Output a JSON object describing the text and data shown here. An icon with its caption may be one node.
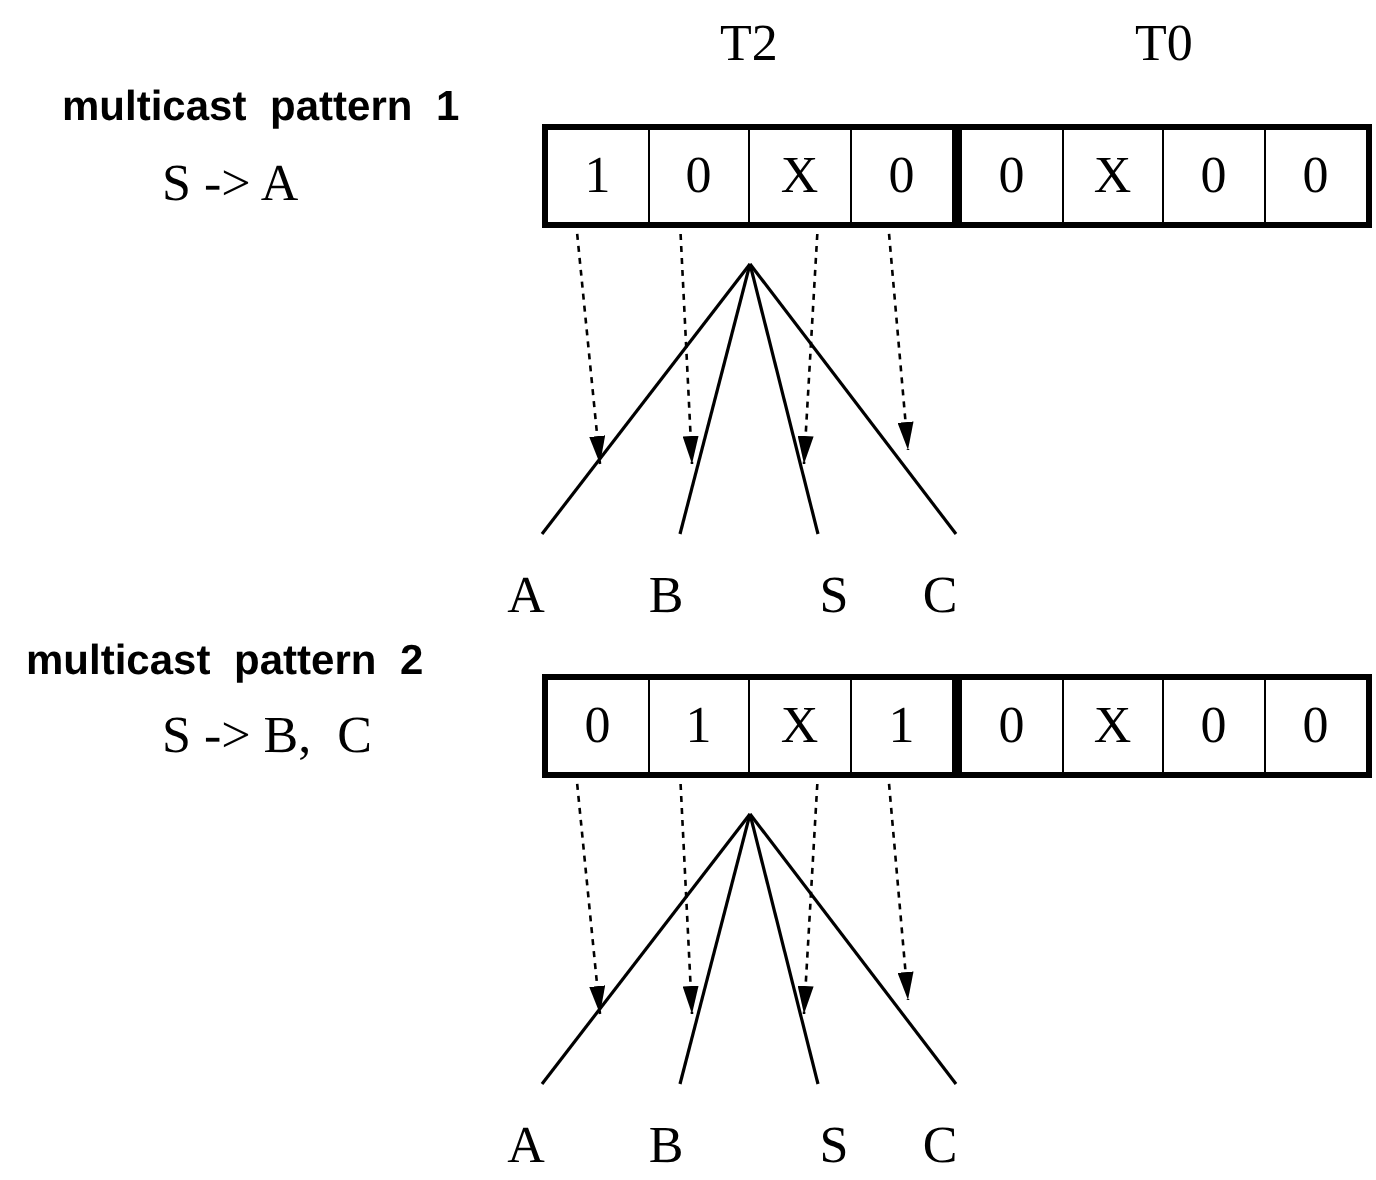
{
  "diagram": {
    "nodes": [
      {
        "text": [],
        "shape": "box",
        "beside": [
          "T2"
        ]
      },
      {
        "text": [
          "1"
        ],
        "in": 0
      },
      {
        "text": [
          "0"
        ],
        "in": 0
      },
      {
        "text": [
          "X"
        ],
        "in": 0
      },
      {
        "text": [
          "0"
        ],
        "in": 0
      },
      {
        "text": [],
        "shape": "box",
        "beside": [
          "T0"
        ]
      },
      {
        "text": [
          "0"
        ],
        "in": 5
      },
      {
        "text": [
          "X"
        ],
        "in": 5
      },
      {
        "text": [
          "0"
        ],
        "in": 5
      },
      {
        "text": [
          "0"
        ],
        "in": 5
      },
      {
        "text": [
          "A"
        ]
      },
      {
        "text": [
          "B"
        ]
      },
      {
        "text": [
          "S"
        ]
      },
      {
        "text": [
          "C"
        ]
      },
      {
        "text": [],
        "shape": "box"
      },
      {
        "text": [
          "0"
        ],
        "in": 14
      },
      {
        "text": [
          "1"
        ],
        "in": 14
      },
      {
        "text": [
          "X"
        ],
        "in": 14
      },
      {
        "text": [
          "1"
        ],
        "in": 14
      },
      {
        "text": [],
        "shape": "box"
      },
      {
        "text": [
          "0"
        ],
        "in": 19
      },
      {
        "text": [
          "X"
        ],
        "in": 19
      },
      {
        "text": [
          "0"
        ],
        "in": 19
      },
      {
        "text": [
          "0"
        ],
        "in": 19
      },
      {
        "text": [
          "A"
        ]
      },
      {
        "text": [
          "B"
        ]
      },
      {
        "text": [
          "S"
        ]
      },
      {
        "text": [
          "C"
        ]
      }
    ],
    "edges": [
      {
        "from": null,
        "to": 10,
        "arrow": "none"
      },
      {
        "from": null,
        "to": 11,
        "arrow": "none"
      },
      {
        "from": null,
        "to": 12,
        "arrow": "none"
      },
      {
        "from": null,
        "to": 13,
        "arrow": "none"
      },
      {
        "from": 1,
        "to": null,
        "arrow": "to",
        "style": "dashed"
      },
      {
        "from": 2,
        "to": null,
        "arrow": "to",
        "style": "dashed"
      },
      {
        "from": 3,
        "to": null,
        "arrow": "to",
        "style": "dashed"
      },
      {
        "from": 4,
        "to": null,
        "arrow": "to",
        "style": "dashed"
      },
      {
        "from": null,
        "to": 24,
        "arrow": "none"
      },
      {
        "from": null,
        "to": 25,
        "arrow": "none"
      },
      {
        "from": null,
        "to": 26,
        "arrow": "none"
      },
      {
        "from": null,
        "to": 27,
        "arrow": "none"
      },
      {
        "from": 15,
        "to": null,
        "arrow": "to",
        "style": "dashed"
      },
      {
        "from": 16,
        "to": null,
        "arrow": "to",
        "style": "dashed"
      },
      {
        "from": 17,
        "to": null,
        "arrow": "to",
        "style": "dashed"
      },
      {
        "from": 18,
        "to": null,
        "arrow": "to",
        "style": "dashed"
      }
    ],
    "labels": [
      "multicast pattern 1",
      "S -> A",
      "multicast pattern 2",
      "S -> B,  C"
    ]
  }
}
